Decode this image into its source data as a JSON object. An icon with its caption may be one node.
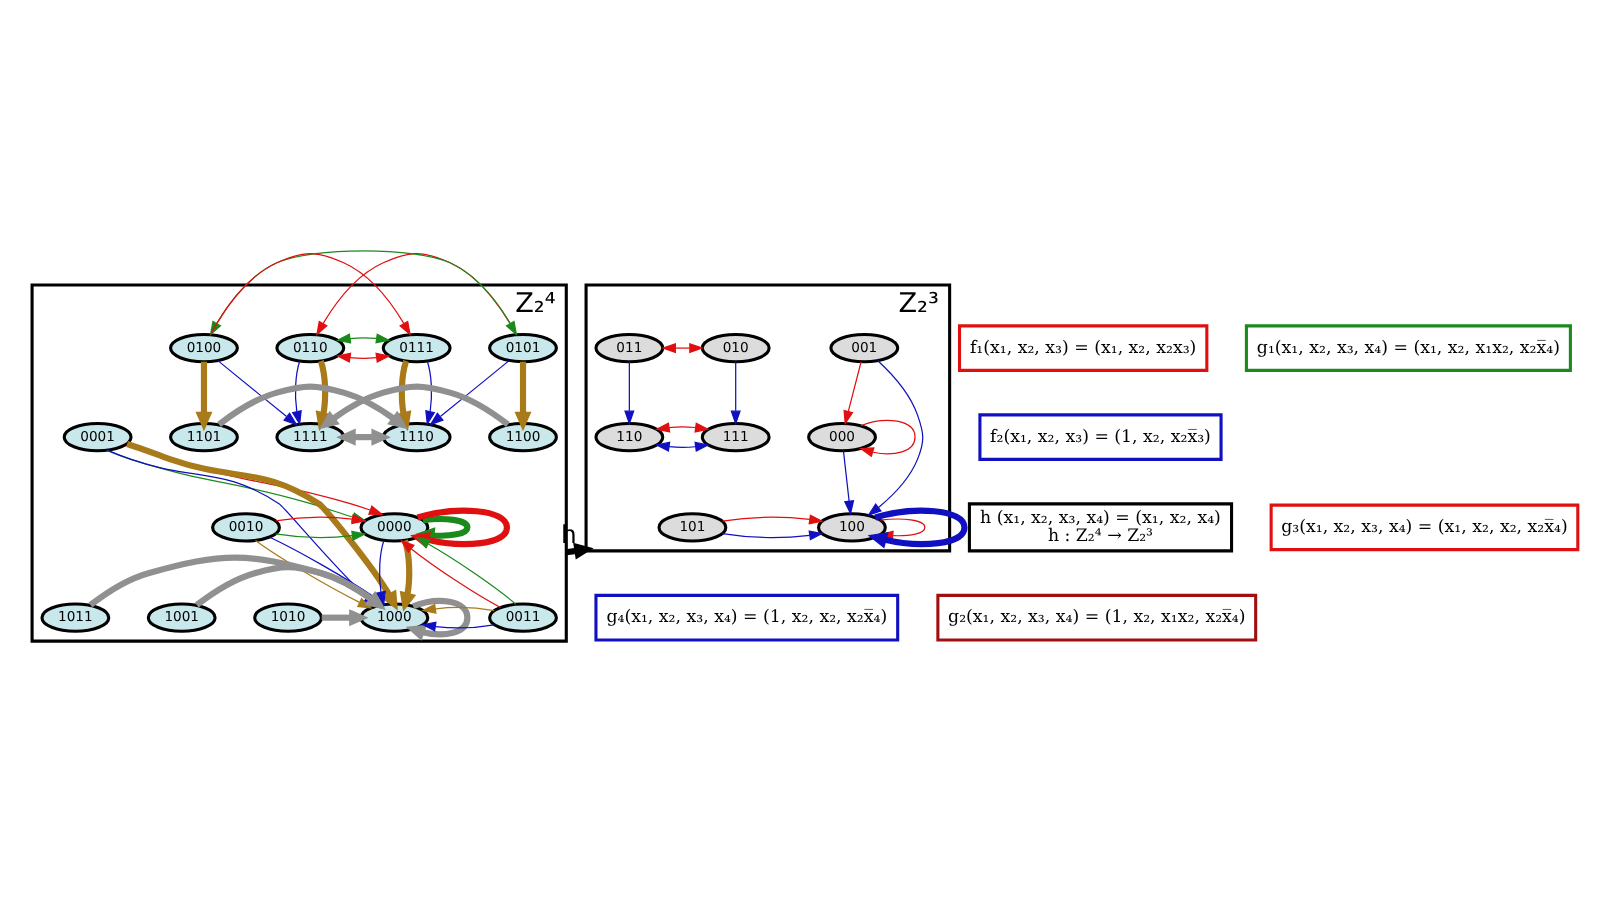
{
  "diagram": {
    "nodes": [
      {
        "text": [
          "Z₂⁴"
        ]
      },
      {
        "text": [
          "0101"
        ],
        "in": 0
      },
      {
        "text": [
          "0110"
        ],
        "in": 0
      },
      {
        "text": [
          "0111"
        ],
        "in": 0
      },
      {
        "text": [
          "0100"
        ],
        "in": 0
      },
      {
        "text": [
          "1100"
        ],
        "in": 0
      },
      {
        "text": [
          "1111"
        ],
        "in": 0
      },
      {
        "text": [
          "1110"
        ],
        "in": 0
      },
      {
        "text": [
          "1101"
        ],
        "in": 0
      },
      {
        "text": [
          "0001"
        ],
        "in": 0
      },
      {
        "text": [
          "0010"
        ],
        "in": 0
      },
      {
        "text": [
          "0000"
        ],
        "in": 0
      },
      {
        "text": [
          "1000"
        ],
        "in": 0
      },
      {
        "text": [
          "0011"
        ],
        "in": 0
      },
      {
        "text": [
          "1001"
        ],
        "in": 0
      },
      {
        "text": [
          "1010"
        ],
        "in": 0
      },
      {
        "text": [
          "1011"
        ],
        "in": 0
      },
      {
        "text": [
          "Z₂³"
        ]
      },
      {
        "text": [
          "001"
        ],
        "in": 17
      },
      {
        "text": [
          "010"
        ],
        "in": 17
      },
      {
        "text": [
          "011"
        ],
        "in": 17
      },
      {
        "text": [
          "000"
        ],
        "in": 17
      },
      {
        "text": [
          "111"
        ],
        "in": 17
      },
      {
        "text": [
          "110"
        ],
        "in": 17
      },
      {
        "text": [
          "100"
        ],
        "in": 17
      },
      {
        "text": [
          "101"
        ],
        "in": 17
      },
      {
        "text": [
          "f₁(x₁, x₂, x₃) = (x₁, x₂, x₂x₃)"
        ]
      },
      {
        "text": [
          "f₂(x₁, x₂, x₃) = (1, x₂, x₂x̅₃)"
        ]
      },
      {
        "text": [
          "h (x₁, x₂, x₃, x₄) = (x₁, x₂, x₄)",
          "h : Z₂⁴ → Z₂³"
        ]
      },
      {
        "text": [
          "g₃(x₁, x₂, x₃, x₄) = (x₁, x₂, x₂, x₂x̅₄)"
        ]
      },
      {
        "text": [
          "g₁(x₁, x₂, x₃, x₄) = (x₁, x₂, x₁x₂, x₂x̅₄)"
        ]
      },
      {
        "text": [
          "g₄(x₁, x₂, x₃, x₄) = (1, x₂, x₂, x₂x̅₄)"
        ]
      },
      {
        "text": [
          "g₂(x₁, x₂, x₃, x₄) = (1, x₂, x₁x₂, x₂x̅₄)"
        ]
      }
    ],
    "edges": [
      {
        "from": 1,
        "to": 4,
        "arrow": "both",
        "color": "#1a8a1a"
      },
      {
        "from": 1,
        "to": 2,
        "arrow": "to",
        "color": "#e01010"
      },
      {
        "from": 2,
        "to": 3,
        "arrow": "both",
        "color": "#e01010"
      },
      {
        "from": 2,
        "to": 3,
        "arrow": "both",
        "color": "#1a8a1a"
      },
      {
        "from": 4,
        "to": 3,
        "arrow": "to",
        "color": "#e01010"
      },
      {
        "from": 1,
        "to": 7,
        "arrow": "to",
        "color": "#1010c0"
      },
      {
        "from": 4,
        "to": 6,
        "arrow": "to",
        "color": "#1010c0"
      },
      {
        "from": 2,
        "to": 6,
        "arrow": "to",
        "color": "#1010c0"
      },
      {
        "from": 2,
        "to": 6,
        "arrow": "to",
        "style": "thick",
        "color": "#a87a1a"
      },
      {
        "from": 3,
        "to": 7,
        "arrow": "to",
        "style": "thick",
        "color": "#a87a1a"
      },
      {
        "from": 3,
        "to": 7,
        "arrow": "to",
        "color": "#1010c0"
      },
      {
        "from": 1,
        "to": 5,
        "arrow": "to",
        "style": "thick",
        "color": "#a87a1a"
      },
      {
        "from": 4,
        "to": 8,
        "arrow": "to",
        "style": "thick",
        "color": "#a87a1a"
      },
      {
        "from": 5,
        "to": 6,
        "arrow": "to",
        "style": "thick",
        "color": "#909090"
      },
      {
        "from": 6,
        "to": 7,
        "arrow": "both",
        "style": "thick",
        "color": "#909090"
      },
      {
        "from": 8,
        "to": 7,
        "arrow": "to",
        "style": "thick",
        "color": "#909090"
      },
      {
        "from": 9,
        "to": 11,
        "arrow": "to",
        "color": "#1a8a1a"
      },
      {
        "from": 9,
        "to": 11,
        "arrow": "to",
        "color": "#e01010"
      },
      {
        "from": 9,
        "to": 12,
        "arrow": "to",
        "color": "#1010c0"
      },
      {
        "from": 9,
        "to": 12,
        "arrow": "to",
        "style": "thick",
        "color": "#a87a1a"
      },
      {
        "from": 10,
        "to": 11,
        "arrow": "to",
        "color": "#1a8a1a"
      },
      {
        "from": 10,
        "to": 11,
        "arrow": "to",
        "color": "#e01010"
      },
      {
        "from": 10,
        "to": 12,
        "arrow": "to",
        "color": "#a87a1a"
      },
      {
        "from": 10,
        "to": 12,
        "arrow": "to",
        "color": "#1010c0"
      },
      {
        "from": 11,
        "to": 11,
        "arrow": "to",
        "style": "thick",
        "color": "#1a8a1a"
      },
      {
        "from": 11,
        "to": 11,
        "arrow": "to",
        "style": "thick",
        "color": "#e01010"
      },
      {
        "from": 11,
        "to": 12,
        "arrow": "to",
        "color": "#1010c0"
      },
      {
        "from": 11,
        "to": 12,
        "arrow": "to",
        "style": "thick",
        "color": "#a87a1a"
      },
      {
        "from": 13,
        "to": 11,
        "arrow": "to",
        "color": "#e01010"
      },
      {
        "from": 13,
        "to": 11,
        "arrow": "to",
        "color": "#1a8a1a"
      },
      {
        "from": 13,
        "to": 12,
        "arrow": "to",
        "color": "#1010c0"
      },
      {
        "from": 13,
        "to": 12,
        "arrow": "to",
        "color": "#a87a1a"
      },
      {
        "from": 12,
        "to": 12,
        "arrow": "to",
        "style": "thick",
        "color": "#909090"
      },
      {
        "from": 14,
        "to": 12,
        "arrow": "to",
        "style": "thick",
        "color": "#909090"
      },
      {
        "from": 15,
        "to": 12,
        "arrow": "to",
        "style": "thick",
        "color": "#909090"
      },
      {
        "from": 16,
        "to": 12,
        "arrow": "to",
        "style": "thick",
        "color": "#909090"
      },
      {
        "from": 0,
        "to": 17,
        "arrow": "to",
        "label": "h",
        "style": "thick",
        "color": "#000000"
      },
      {
        "from": 18,
        "to": 21,
        "arrow": "to",
        "color": "#e01010"
      },
      {
        "from": 18,
        "to": 24,
        "arrow": "to",
        "color": "#1010c0"
      },
      {
        "from": 19,
        "to": 20,
        "arrow": "both",
        "color": "#e01010"
      },
      {
        "from": 19,
        "to": 22,
        "arrow": "to",
        "color": "#1010c0"
      },
      {
        "from": 20,
        "to": 23,
        "arrow": "to",
        "color": "#1010c0"
      },
      {
        "from": 22,
        "to": 23,
        "arrow": "both",
        "color": "#1010c0"
      },
      {
        "from": 22,
        "to": 23,
        "arrow": "both",
        "color": "#e01010"
      },
      {
        "from": 21,
        "to": 21,
        "arrow": "to",
        "color": "#e01010"
      },
      {
        "from": 21,
        "to": 24,
        "arrow": "to",
        "color": "#1010c0"
      },
      {
        "from": 24,
        "to": 24,
        "arrow": "to",
        "color": "#e01010"
      },
      {
        "from": 24,
        "to": 24,
        "arrow": "to",
        "style": "thick",
        "color": "#1010c0"
      },
      {
        "from": 25,
        "to": 24,
        "arrow": "to",
        "color": "#1010c0"
      },
      {
        "from": 25,
        "to": 24,
        "arrow": "to",
        "color": "#e01010"
      }
    ]
  }
}
